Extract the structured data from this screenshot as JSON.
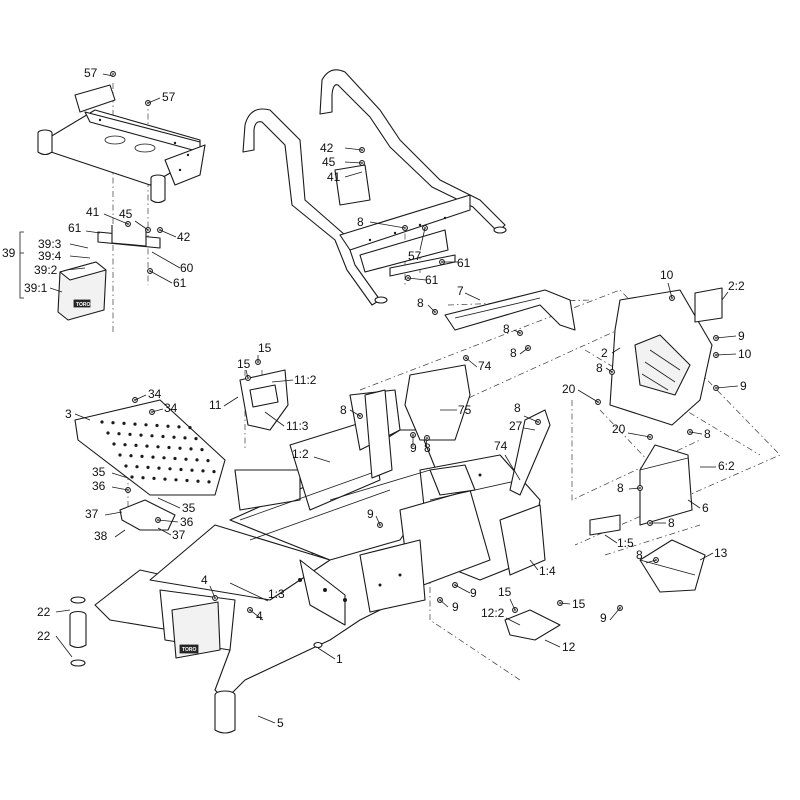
{
  "diagram": {
    "callouts": [
      {
        "id": "c57a",
        "text": "57"
      },
      {
        "id": "c57b",
        "text": "57"
      },
      {
        "id": "c42a",
        "text": "42"
      },
      {
        "id": "c45a",
        "text": "45"
      },
      {
        "id": "c41a",
        "text": "41"
      },
      {
        "id": "c8a",
        "text": "8"
      },
      {
        "id": "c57c",
        "text": "57"
      },
      {
        "id": "c61a",
        "text": "61"
      },
      {
        "id": "c61b",
        "text": "61"
      },
      {
        "id": "c41b",
        "text": "41"
      },
      {
        "id": "c45b",
        "text": "45"
      },
      {
        "id": "c42b",
        "text": "42"
      },
      {
        "id": "c61c",
        "text": "61"
      },
      {
        "id": "c60",
        "text": "60"
      },
      {
        "id": "c61d",
        "text": "61"
      },
      {
        "id": "c39",
        "text": "39"
      },
      {
        "id": "c39-3",
        "text": "39:3"
      },
      {
        "id": "c39-4",
        "text": "39:4"
      },
      {
        "id": "c39-2",
        "text": "39:2"
      },
      {
        "id": "c39-1",
        "text": "39:1"
      },
      {
        "id": "c10a",
        "text": "10"
      },
      {
        "id": "c2-2",
        "text": "2:2"
      },
      {
        "id": "c7",
        "text": "7"
      },
      {
        "id": "c8b",
        "text": "8"
      },
      {
        "id": "c8c",
        "text": "8"
      },
      {
        "id": "c8d",
        "text": "8"
      },
      {
        "id": "c9a",
        "text": "9"
      },
      {
        "id": "c2",
        "text": "2"
      },
      {
        "id": "c10b",
        "text": "10"
      },
      {
        "id": "c8e",
        "text": "8"
      },
      {
        "id": "c9b",
        "text": "9"
      },
      {
        "id": "c20a",
        "text": "20"
      },
      {
        "id": "c74a",
        "text": "74"
      },
      {
        "id": "c15a",
        "text": "15"
      },
      {
        "id": "c15b",
        "text": "15"
      },
      {
        "id": "c11-2",
        "text": "11:2"
      },
      {
        "id": "c11",
        "text": "11"
      },
      {
        "id": "c11-3",
        "text": "11:3"
      },
      {
        "id": "c34a",
        "text": "34"
      },
      {
        "id": "c34b",
        "text": "34"
      },
      {
        "id": "c3",
        "text": "3"
      },
      {
        "id": "c8f",
        "text": "8"
      },
      {
        "id": "c75",
        "text": "75"
      },
      {
        "id": "c9c",
        "text": "9"
      },
      {
        "id": "c8g",
        "text": "8"
      },
      {
        "id": "c8h",
        "text": "8"
      },
      {
        "id": "c27",
        "text": "27"
      },
      {
        "id": "c20b",
        "text": "20"
      },
      {
        "id": "c8i",
        "text": "8"
      },
      {
        "id": "c1-2",
        "text": "1:2"
      },
      {
        "id": "c74b",
        "text": "74"
      },
      {
        "id": "c6-2",
        "text": "6:2"
      },
      {
        "id": "c8j",
        "text": "8"
      },
      {
        "id": "c6",
        "text": "6"
      },
      {
        "id": "c35a",
        "text": "35"
      },
      {
        "id": "c36a",
        "text": "36"
      },
      {
        "id": "c35b",
        "text": "35"
      },
      {
        "id": "c37a",
        "text": "37"
      },
      {
        "id": "c36b",
        "text": "36"
      },
      {
        "id": "c38",
        "text": "38"
      },
      {
        "id": "c37b",
        "text": "37"
      },
      {
        "id": "c9d",
        "text": "9"
      },
      {
        "id": "c8k",
        "text": "8"
      },
      {
        "id": "c1-5",
        "text": "1:5"
      },
      {
        "id": "c8l",
        "text": "8"
      },
      {
        "id": "c13",
        "text": "13"
      },
      {
        "id": "c1-4",
        "text": "1:4"
      },
      {
        "id": "c9e",
        "text": "9"
      },
      {
        "id": "c9f",
        "text": "9"
      },
      {
        "id": "c4a",
        "text": "4"
      },
      {
        "id": "c1-3",
        "text": "1:3"
      },
      {
        "id": "c4b",
        "text": "4"
      },
      {
        "id": "c15c",
        "text": "15"
      },
      {
        "id": "c15d",
        "text": "15"
      },
      {
        "id": "c12-2",
        "text": "12:2"
      },
      {
        "id": "c12",
        "text": "12"
      },
      {
        "id": "c9g",
        "text": "9"
      },
      {
        "id": "c22a",
        "text": "22"
      },
      {
        "id": "c22b",
        "text": "22"
      },
      {
        "id": "c1",
        "text": "1"
      },
      {
        "id": "c5",
        "text": "5"
      }
    ],
    "logo_text": "TORO"
  }
}
